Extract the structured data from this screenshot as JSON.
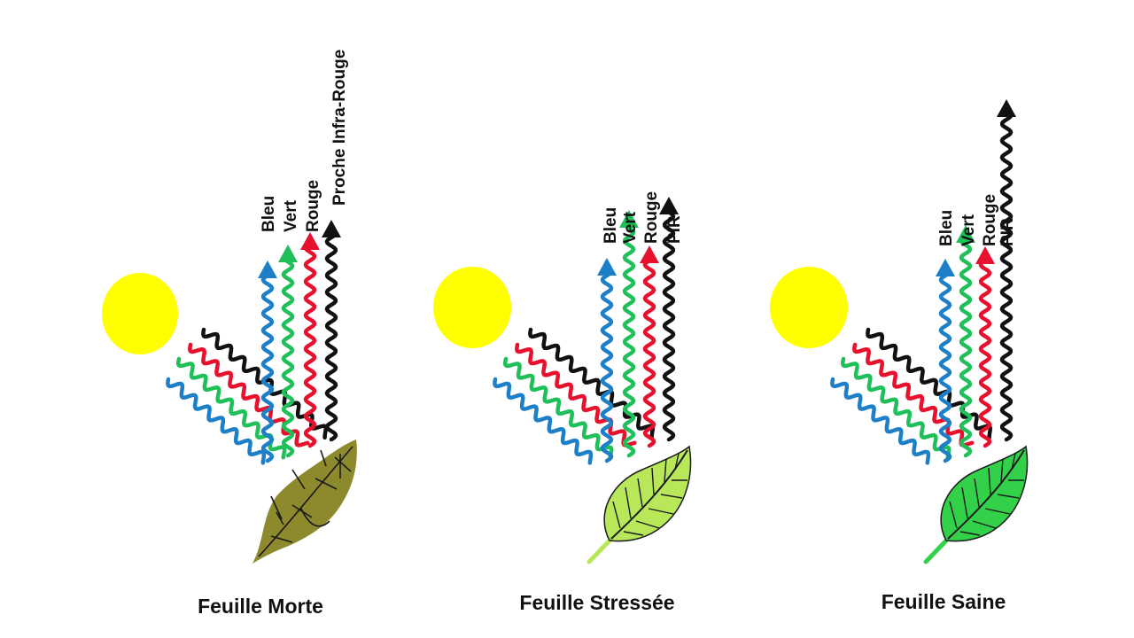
{
  "colors": {
    "sun": "#ffff00",
    "blue": "#1c7fc8",
    "green": "#1fbf5a",
    "red": "#e8112d",
    "black": "#111111",
    "dead_leaf": "#8c8a2c",
    "stressed_leaf": "#b8e85a",
    "healthy_leaf": "#33d14a",
    "vein": "#1a1a1a"
  },
  "panels": [
    {
      "caption": "Feuille Morte",
      "leaf_state": "dead",
      "bands": [
        {
          "label": "Bleu",
          "color": "blue",
          "relative_reflectance": 0.45
        },
        {
          "label": "Vert",
          "color": "green",
          "relative_reflectance": 0.5
        },
        {
          "label": "Rouge",
          "color": "red",
          "relative_reflectance": 0.55
        },
        {
          "label": "Proche Infra-Rouge",
          "color": "black",
          "relative_reflectance": 0.58
        }
      ]
    },
    {
      "caption": "Feuille Stressée",
      "leaf_state": "stressed",
      "bands": [
        {
          "label": "Bleu",
          "color": "blue",
          "relative_reflectance": 0.5
        },
        {
          "label": "Vert",
          "color": "green",
          "relative_reflectance": 0.65
        },
        {
          "label": "Rouge",
          "color": "red",
          "relative_reflectance": 0.52
        },
        {
          "label": "PIR",
          "color": "black",
          "relative_reflectance": 0.68
        }
      ]
    },
    {
      "caption": "Feuille Saine",
      "leaf_state": "healthy",
      "bands": [
        {
          "label": "Bleu",
          "color": "blue",
          "relative_reflectance": 0.49
        },
        {
          "label": "Vert",
          "color": "green",
          "relative_reflectance": 0.58
        },
        {
          "label": "Rouge",
          "color": "red",
          "relative_reflectance": 0.51
        },
        {
          "label": "PIR",
          "color": "black",
          "relative_reflectance": 1.0
        }
      ]
    }
  ]
}
